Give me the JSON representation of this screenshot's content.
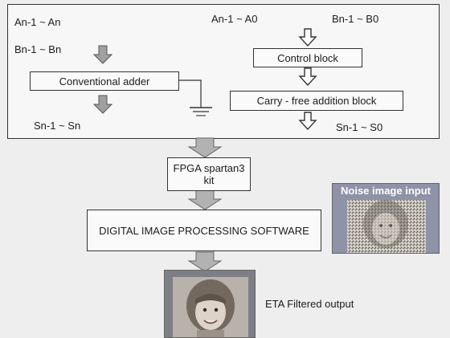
{
  "labels": {
    "left_in_a": "An-1 ~ An",
    "left_in_b": "Bn-1 ~ Bn",
    "right_in_a": "An-1 ~ A0",
    "right_in_b": "Bn-1 ~ B0",
    "left_out": "Sn-1 ~ Sn",
    "right_out": "Sn-1 ~ S0",
    "eta_caption": "ETA  Filtered output"
  },
  "blocks": {
    "conventional_adder": "Conventional adder",
    "control_block": "Control block",
    "carry_free": "Carry - free addition block",
    "fpga_line1": "FPGA spartan3",
    "fpga_line2": "kit",
    "dip_software": "DIGITAL IMAGE PROCESSING SOFTWARE"
  },
  "noise_panel": {
    "title": "Noise image input"
  },
  "colors": {
    "arrow_fill": "#9a9a9a",
    "noise_panel_bg": "#8e93a8",
    "photo_tone": "#a9a29a"
  }
}
